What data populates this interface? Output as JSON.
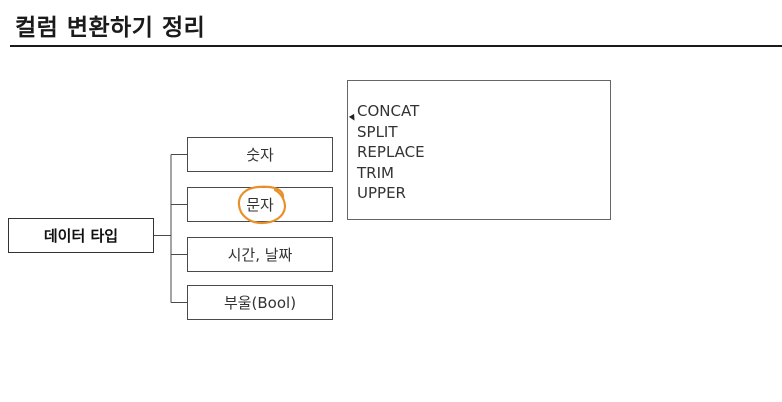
{
  "slide": {
    "title": "컬럼 변환하기 정리"
  },
  "diagram": {
    "root_label": "데이터 타입",
    "types": [
      {
        "label": "숫자"
      },
      {
        "label": "문자",
        "highlighted": true
      },
      {
        "label": "시간, 날짜"
      },
      {
        "label": "부울(Bool)"
      }
    ],
    "functions": [
      "CONCAT",
      "SPLIT",
      "REPLACE",
      "TRIM",
      "UPPER"
    ]
  },
  "colors": {
    "title": "#1a1a1a",
    "box_border": "#4a4a4a",
    "highlight_circle": "#e8912c",
    "connector": "#4a4a4a"
  },
  "icons": {
    "annotation": "hand-drawn-circle",
    "pointer": "mouse-cursor"
  }
}
